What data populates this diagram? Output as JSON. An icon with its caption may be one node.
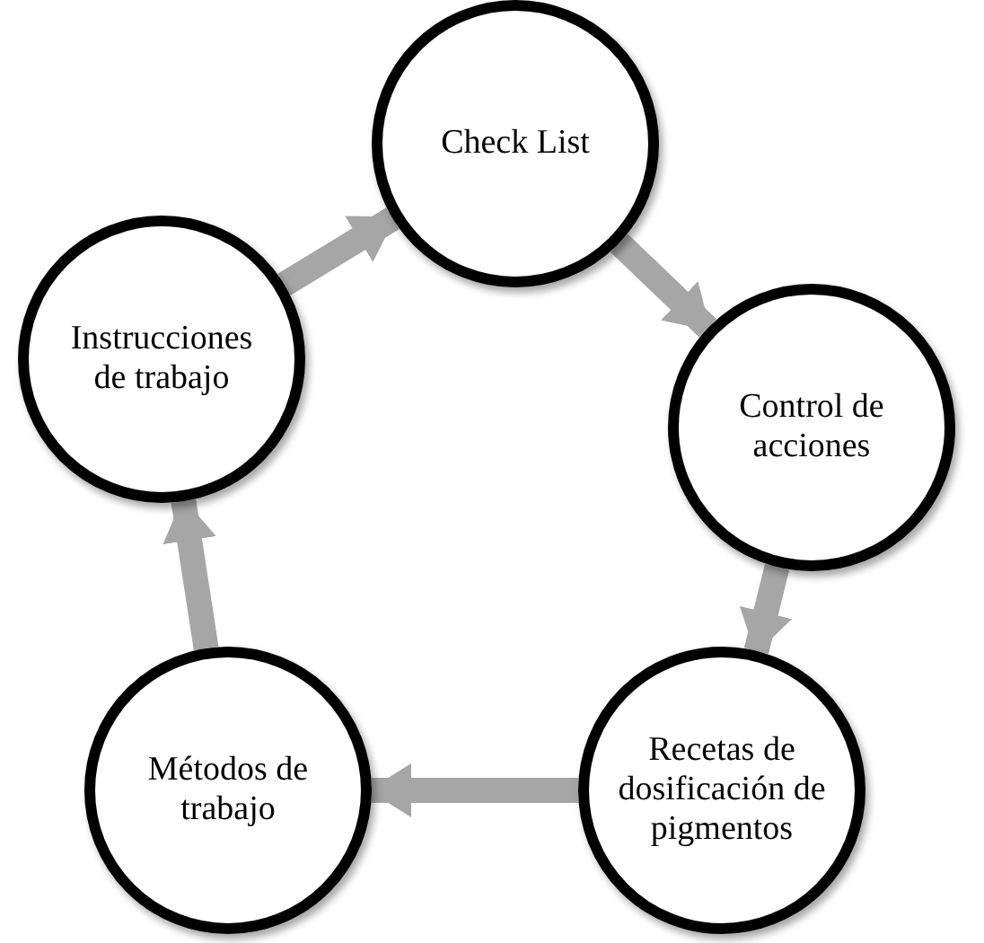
{
  "diagram": {
    "nodes": [
      {
        "text": [
          "Check List"
        ]
      },
      {
        "text": [
          "Control de acciones"
        ]
      },
      {
        "text": [
          "Recetas de dosificación de pigmentos"
        ]
      },
      {
        "text": [
          "Métodos de trabajo"
        ]
      },
      {
        "text": [
          "Instrucciones de trabajo"
        ]
      }
    ],
    "edges": [
      {
        "from": 0,
        "to": 1,
        "arrow": "to"
      },
      {
        "from": 1,
        "to": 2,
        "arrow": "to"
      },
      {
        "from": 2,
        "to": 3,
        "arrow": "to"
      },
      {
        "from": 3,
        "to": 4,
        "arrow": "to"
      },
      {
        "from": 4,
        "to": 0,
        "arrow": "to"
      }
    ]
  }
}
